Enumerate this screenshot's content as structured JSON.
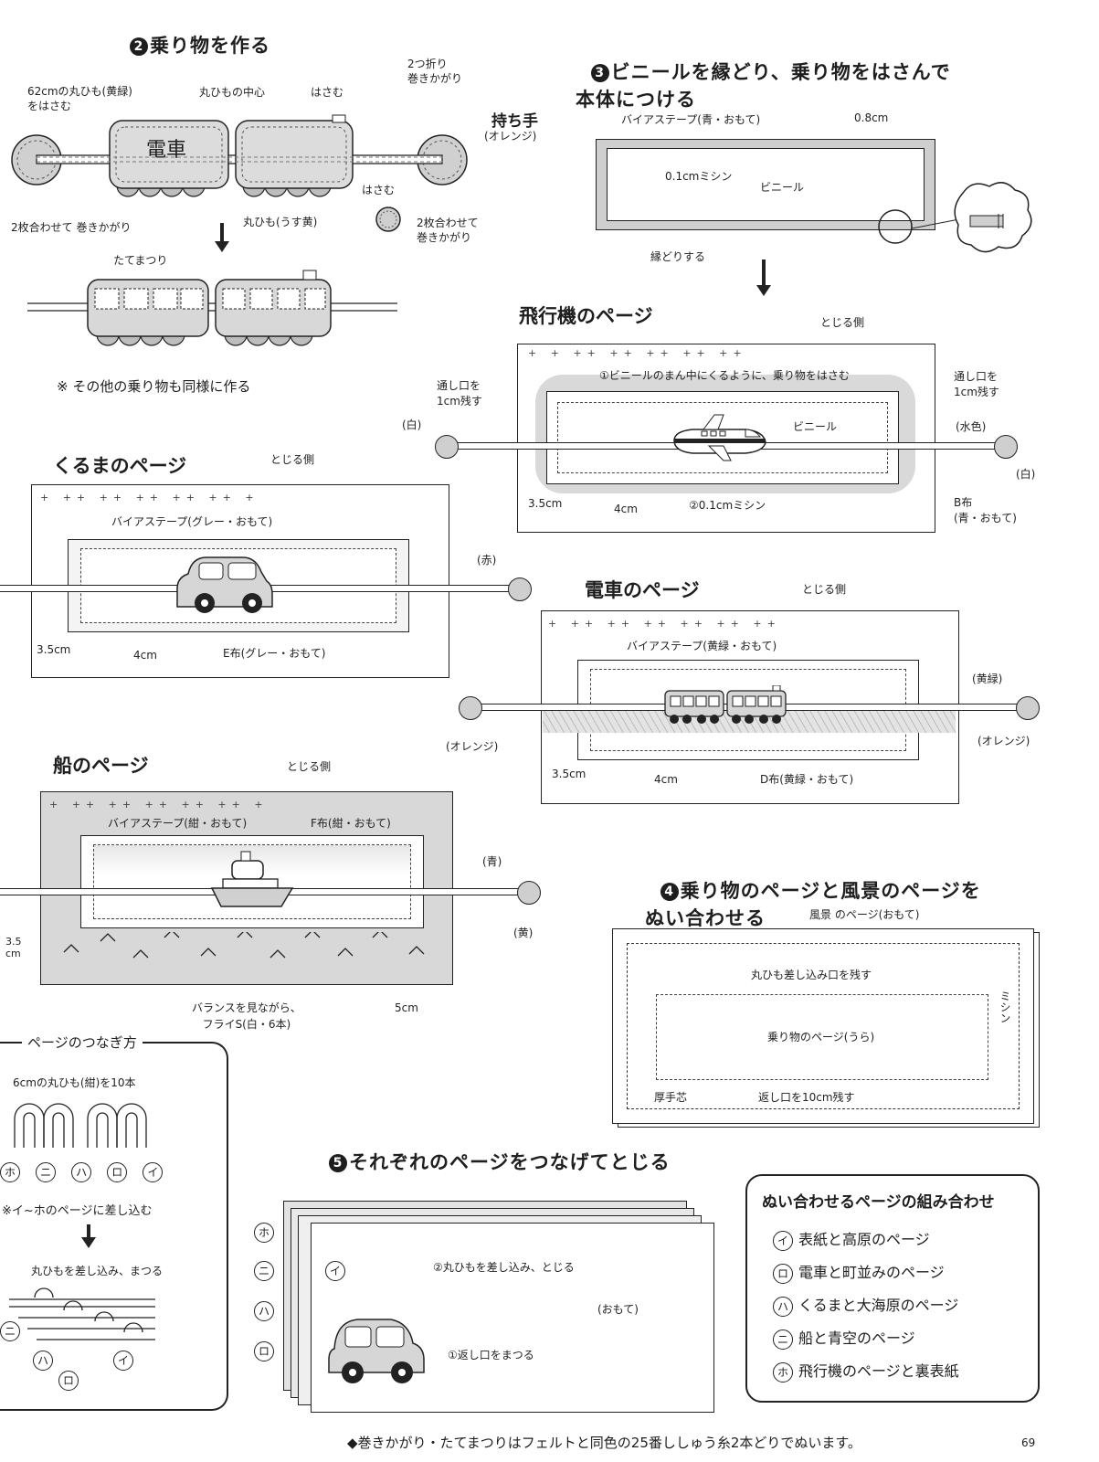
{
  "step2": {
    "title": "乗り物を作る",
    "num": "2",
    "labels": {
      "rope_note": "62cmの丸ひも(黄緑)\nをはさむ",
      "center": "丸ひもの中心",
      "hasamu1": "はさむ",
      "fold": "2つ折り\n巻きかがり",
      "handle": "持ち手",
      "handle_color": "(オレンジ)",
      "train_text": "電車",
      "hasamu2": "はさむ",
      "two_layers_left": "2枚合わせて 巻きかがり",
      "rope_light": "丸ひも(うす黄)",
      "two_layers_right": "2枚合わせて\n巻きかがり",
      "tatematsuri": "たてまつり",
      "note": "※ その他の乗り物も同様に作る"
    }
  },
  "step3": {
    "num": "3",
    "title": "ビニールを縁どり、乗り物をはさんで\n本体につける",
    "labels": {
      "bias": "バイアステープ(青・おもて)",
      "width": "0.8cm",
      "stitch": "0.1cmミシン",
      "vinyl": "ビニール",
      "edge": "縁どりする"
    }
  },
  "plane": {
    "title": "飛行機のページ",
    "closed_side": "とじる側",
    "step1": "①ビニールのまん中にくるように、乗り物をはさむ",
    "opening_left": "通し口を\n1cm残す",
    "opening_right": "通し口を\n1cm残す",
    "white_left": "(白)",
    "white_right": "(白)",
    "light_blue": "(水色)",
    "vinyl": "ビニール",
    "dim1": "3.5cm",
    "dim2": "4cm",
    "step2": "②0.1cmミシン",
    "fabric": "B布\n(青・おもて)"
  },
  "car": {
    "title": "くるまのページ",
    "closed_side": "とじる側",
    "bias": "バイアステープ(グレー・おもて)",
    "red": "(赤)",
    "dim1": "3.5cm",
    "dim2": "4cm",
    "fabric": "E布(グレー・おもて)"
  },
  "train": {
    "title": "電車のページ",
    "closed_side": "とじる側",
    "bias": "バイアステープ(黄緑・おもて)",
    "yellowgreen": "(黄緑)",
    "orange_left": "(オレンジ)",
    "orange_right": "(オレンジ)",
    "dim1": "3.5cm",
    "dim2": "4cm",
    "fabric": "D布(黄緑・おもて)"
  },
  "ship": {
    "title": "船のページ",
    "closed_side": "とじる側",
    "bias": "バイアステープ(紺・おもて)",
    "fabric": "F布(紺・おもて)",
    "blue": "(青)",
    "yellow": "(黄)",
    "dim1": "3.5\ncm",
    "dim2": "5cm",
    "fry": "バランスを見ながら、\nフライS(白・6本)"
  },
  "step4": {
    "num": "4",
    "title": "乗り物のページと風景のページを\nぬい合わせる",
    "scenery": "風景 のページ(おもて)",
    "rope_slot": "丸ひも差し込み口を残す",
    "machine": "ミシン",
    "vehicle_page": "乗り物のページ(うら)",
    "core": "厚手芯",
    "return": "返し口を10cm残す"
  },
  "step5": {
    "num": "5",
    "title": "それぞれのページをつなげてとじる",
    "insert": "②丸ひもを差し込み、とじる",
    "omote": "(おもて)",
    "close_return": "①返し口をまつる",
    "page_marks": [
      "ホ",
      "ニ",
      "ハ",
      "ロ",
      "イ"
    ]
  },
  "join": {
    "title": "ページのつなぎ方",
    "rope": "6cmの丸ひも(紺)を10本",
    "insert_note": "※イ~ホのページに差し込む",
    "sew_note": "丸ひもを差し込み、まつる",
    "marks": [
      "ホ",
      "ニ",
      "ハ",
      "ロ",
      "イ"
    ]
  },
  "combos": {
    "title": "ぬい合わせるページの組み合わせ",
    "items": [
      {
        "mark": "イ",
        "text": "表紙と高原のページ"
      },
      {
        "mark": "ロ",
        "text": "電車と町並みのページ"
      },
      {
        "mark": "ハ",
        "text": "くるまと大海原のページ"
      },
      {
        "mark": "ニ",
        "text": "船と青空のページ"
      },
      {
        "mark": "ホ",
        "text": "飛行機のページと裏表紙"
      }
    ]
  },
  "footer": {
    "text": "◆巻きかがり・たてまつりはフェルトと同色の25番ししゅう糸2本どりでぬいます。",
    "page_number": "69"
  }
}
